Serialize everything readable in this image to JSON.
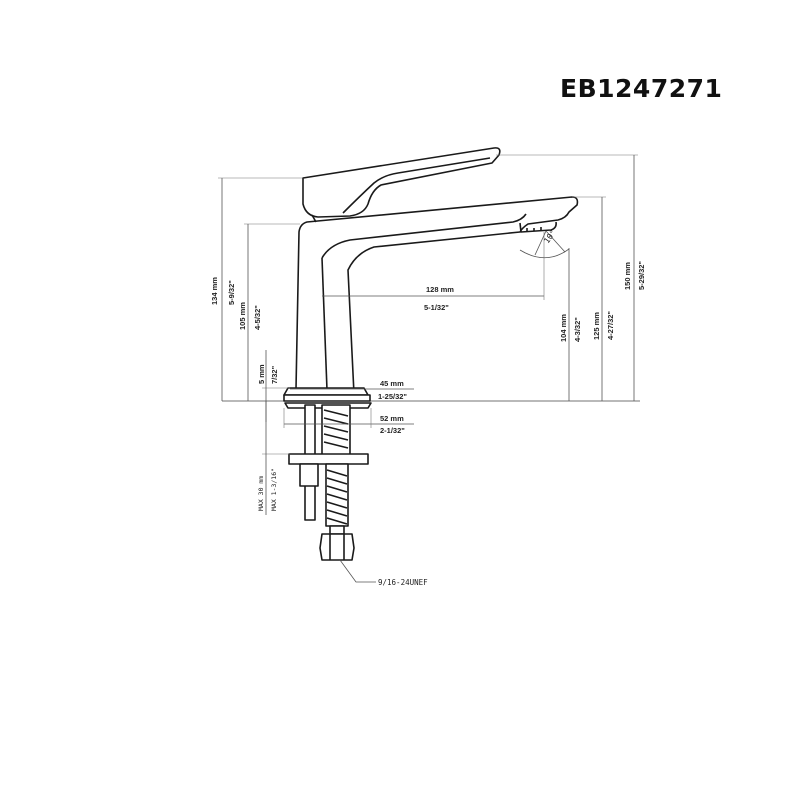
{
  "title": "EB1247271",
  "dimensions": {
    "height_134": {
      "mm": "134 mm",
      "inch": "5-9/32\""
    },
    "height_105": {
      "mm": "105 mm",
      "inch": "4-5/32\""
    },
    "base_5": {
      "mm": "5 mm",
      "inch": "7/32\""
    },
    "reach_128": {
      "mm": "128 mm",
      "inch": "5-1/32\""
    },
    "base_45": {
      "mm": "45 mm",
      "inch": "1-25/32\""
    },
    "base_52": {
      "mm": "52 mm",
      "inch": "2-1/32\""
    },
    "height_104": {
      "mm": "104 mm",
      "inch": "4-3/32\""
    },
    "height_125": {
      "mm": "125 mm",
      "inch": "4-27/32\""
    },
    "height_150": {
      "mm": "150 mm",
      "inch": "5-29/32\""
    },
    "max_deck": {
      "mm": "MAX 30 mm",
      "inch": "MAX 1-3/16\""
    }
  },
  "angle": "10°",
  "thread": "9/16-24UNEF",
  "colors": {
    "line": "#1a1a1a",
    "text": "#222222"
  }
}
